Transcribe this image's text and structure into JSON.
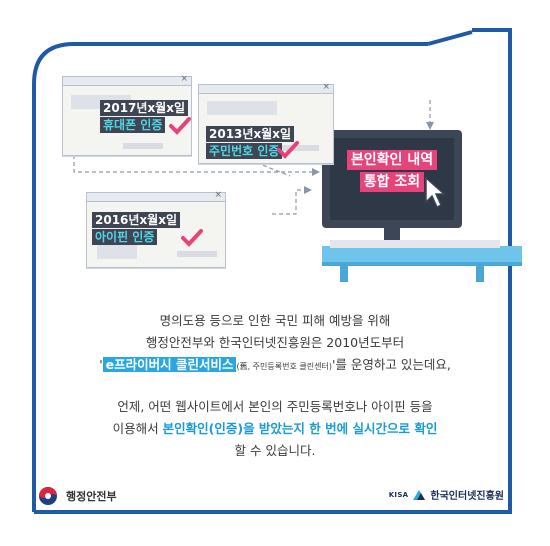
{
  "cards": [
    {
      "date": "2017년x월x일",
      "tag": "휴대폰 인증"
    },
    {
      "date": "2013년x월x일",
      "tag": "주민번호 인증"
    },
    {
      "date": "2016년x월x일",
      "tag": "아이핀 인증"
    }
  ],
  "monitor": {
    "line1": "본인확인 내역",
    "line2": "통합 조회"
  },
  "paragraph1": {
    "line1": "명의도용 등으로 인한 국민 피해 예방을 위해",
    "line2": "행정안전부와 한국인터넷진흥원은 2010년도부터",
    "line3_open": "'",
    "service_name": "e프라이버시 클린서비스",
    "service_note": "(舊, 주민등록번호 클린센터)",
    "line3_rest": "'를 운영하고 있는데요,"
  },
  "paragraph2": {
    "line1": "언제, 어떤 웹사이트에서 본인의 주민등록번호나 아이핀 등을",
    "line2_pre": "이용해서 ",
    "highlight": "본인확인(인증)을 받았는지 한 번에 실시간으로 확인",
    "line3": "할 수 있습니다."
  },
  "footer": {
    "ministry": "행정안전부",
    "kisa_mark": "KISA",
    "agency": "한국인터넷진흥원"
  },
  "colors": {
    "frame": "#1f5aa6",
    "accent_blue": "#2aa6e0",
    "cyan": "#4fd7e8",
    "pink": "#e8427a",
    "dark_label": "#3f4552"
  },
  "icons": [
    "close-icon",
    "check-icon",
    "cursor-icon",
    "ministry-logo-icon",
    "kisa-logo-icon"
  ]
}
